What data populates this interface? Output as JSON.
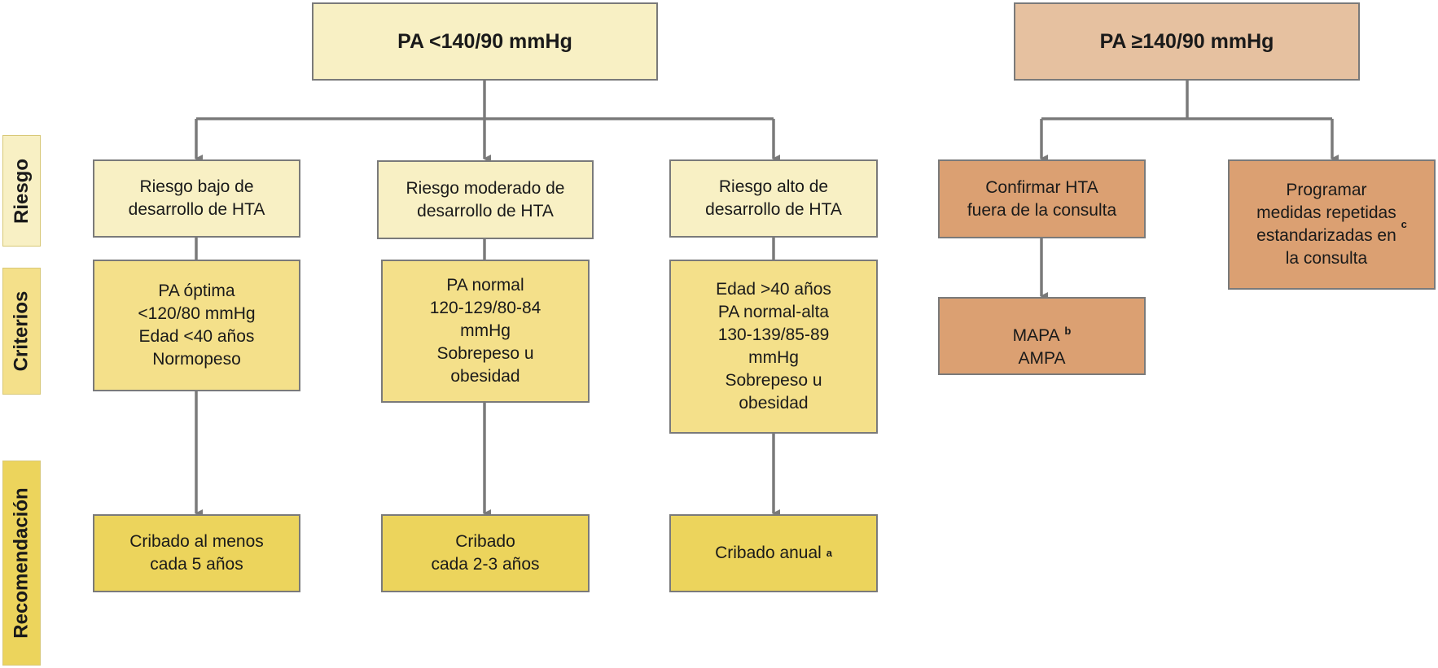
{
  "colors": {
    "connector": "#7a7a7a",
    "light_yellow": "#f8f0c4",
    "mid_yellow": "#f4e08a",
    "dark_yellow": "#ecd45c",
    "light_orange": "#e6c1a0",
    "orange": "#dba072"
  },
  "side_labels": {
    "riesgo": "Riesgo",
    "criterios": "Criterios",
    "recomendacion": "Recomendación"
  },
  "left_branch": {
    "title": "PA <140/90 mmHg",
    "columns": [
      {
        "risk": "Riesgo bajo de\ndesarrollo de HTA",
        "criteria": "PA óptima\n<120/80 mmHg\nEdad <40 años\nNormopeso",
        "recommendation": "Cribado al menos\ncada 5 años",
        "recommendation_sup": ""
      },
      {
        "risk": "Riesgo moderado de\ndesarrollo de HTA",
        "criteria": "PA normal\n120-129/80-84\nmmHg\nSobrepeso u\nobesidad",
        "recommendation": "Cribado\ncada 2-3 años",
        "recommendation_sup": ""
      },
      {
        "risk": "Riesgo alto de\ndesarrollo de HTA",
        "criteria": "Edad >40 años\nPA normal-alta\n130-139/85-89\nmmHg\nSobrepeso u\nobesidad",
        "recommendation": "Cribado anual",
        "recommendation_sup": "a"
      }
    ]
  },
  "right_branch": {
    "title": "PA ≥140/90 mmHg",
    "confirm": "Confirmar HTA\nfuera de la consulta",
    "methods": {
      "line1": "MAPA",
      "line1_sup": "b",
      "line2": "AMPA"
    },
    "program": {
      "text": "Programar\nmedidas repetidas\nestandarizadas en\nla consulta",
      "sup": "c"
    }
  }
}
